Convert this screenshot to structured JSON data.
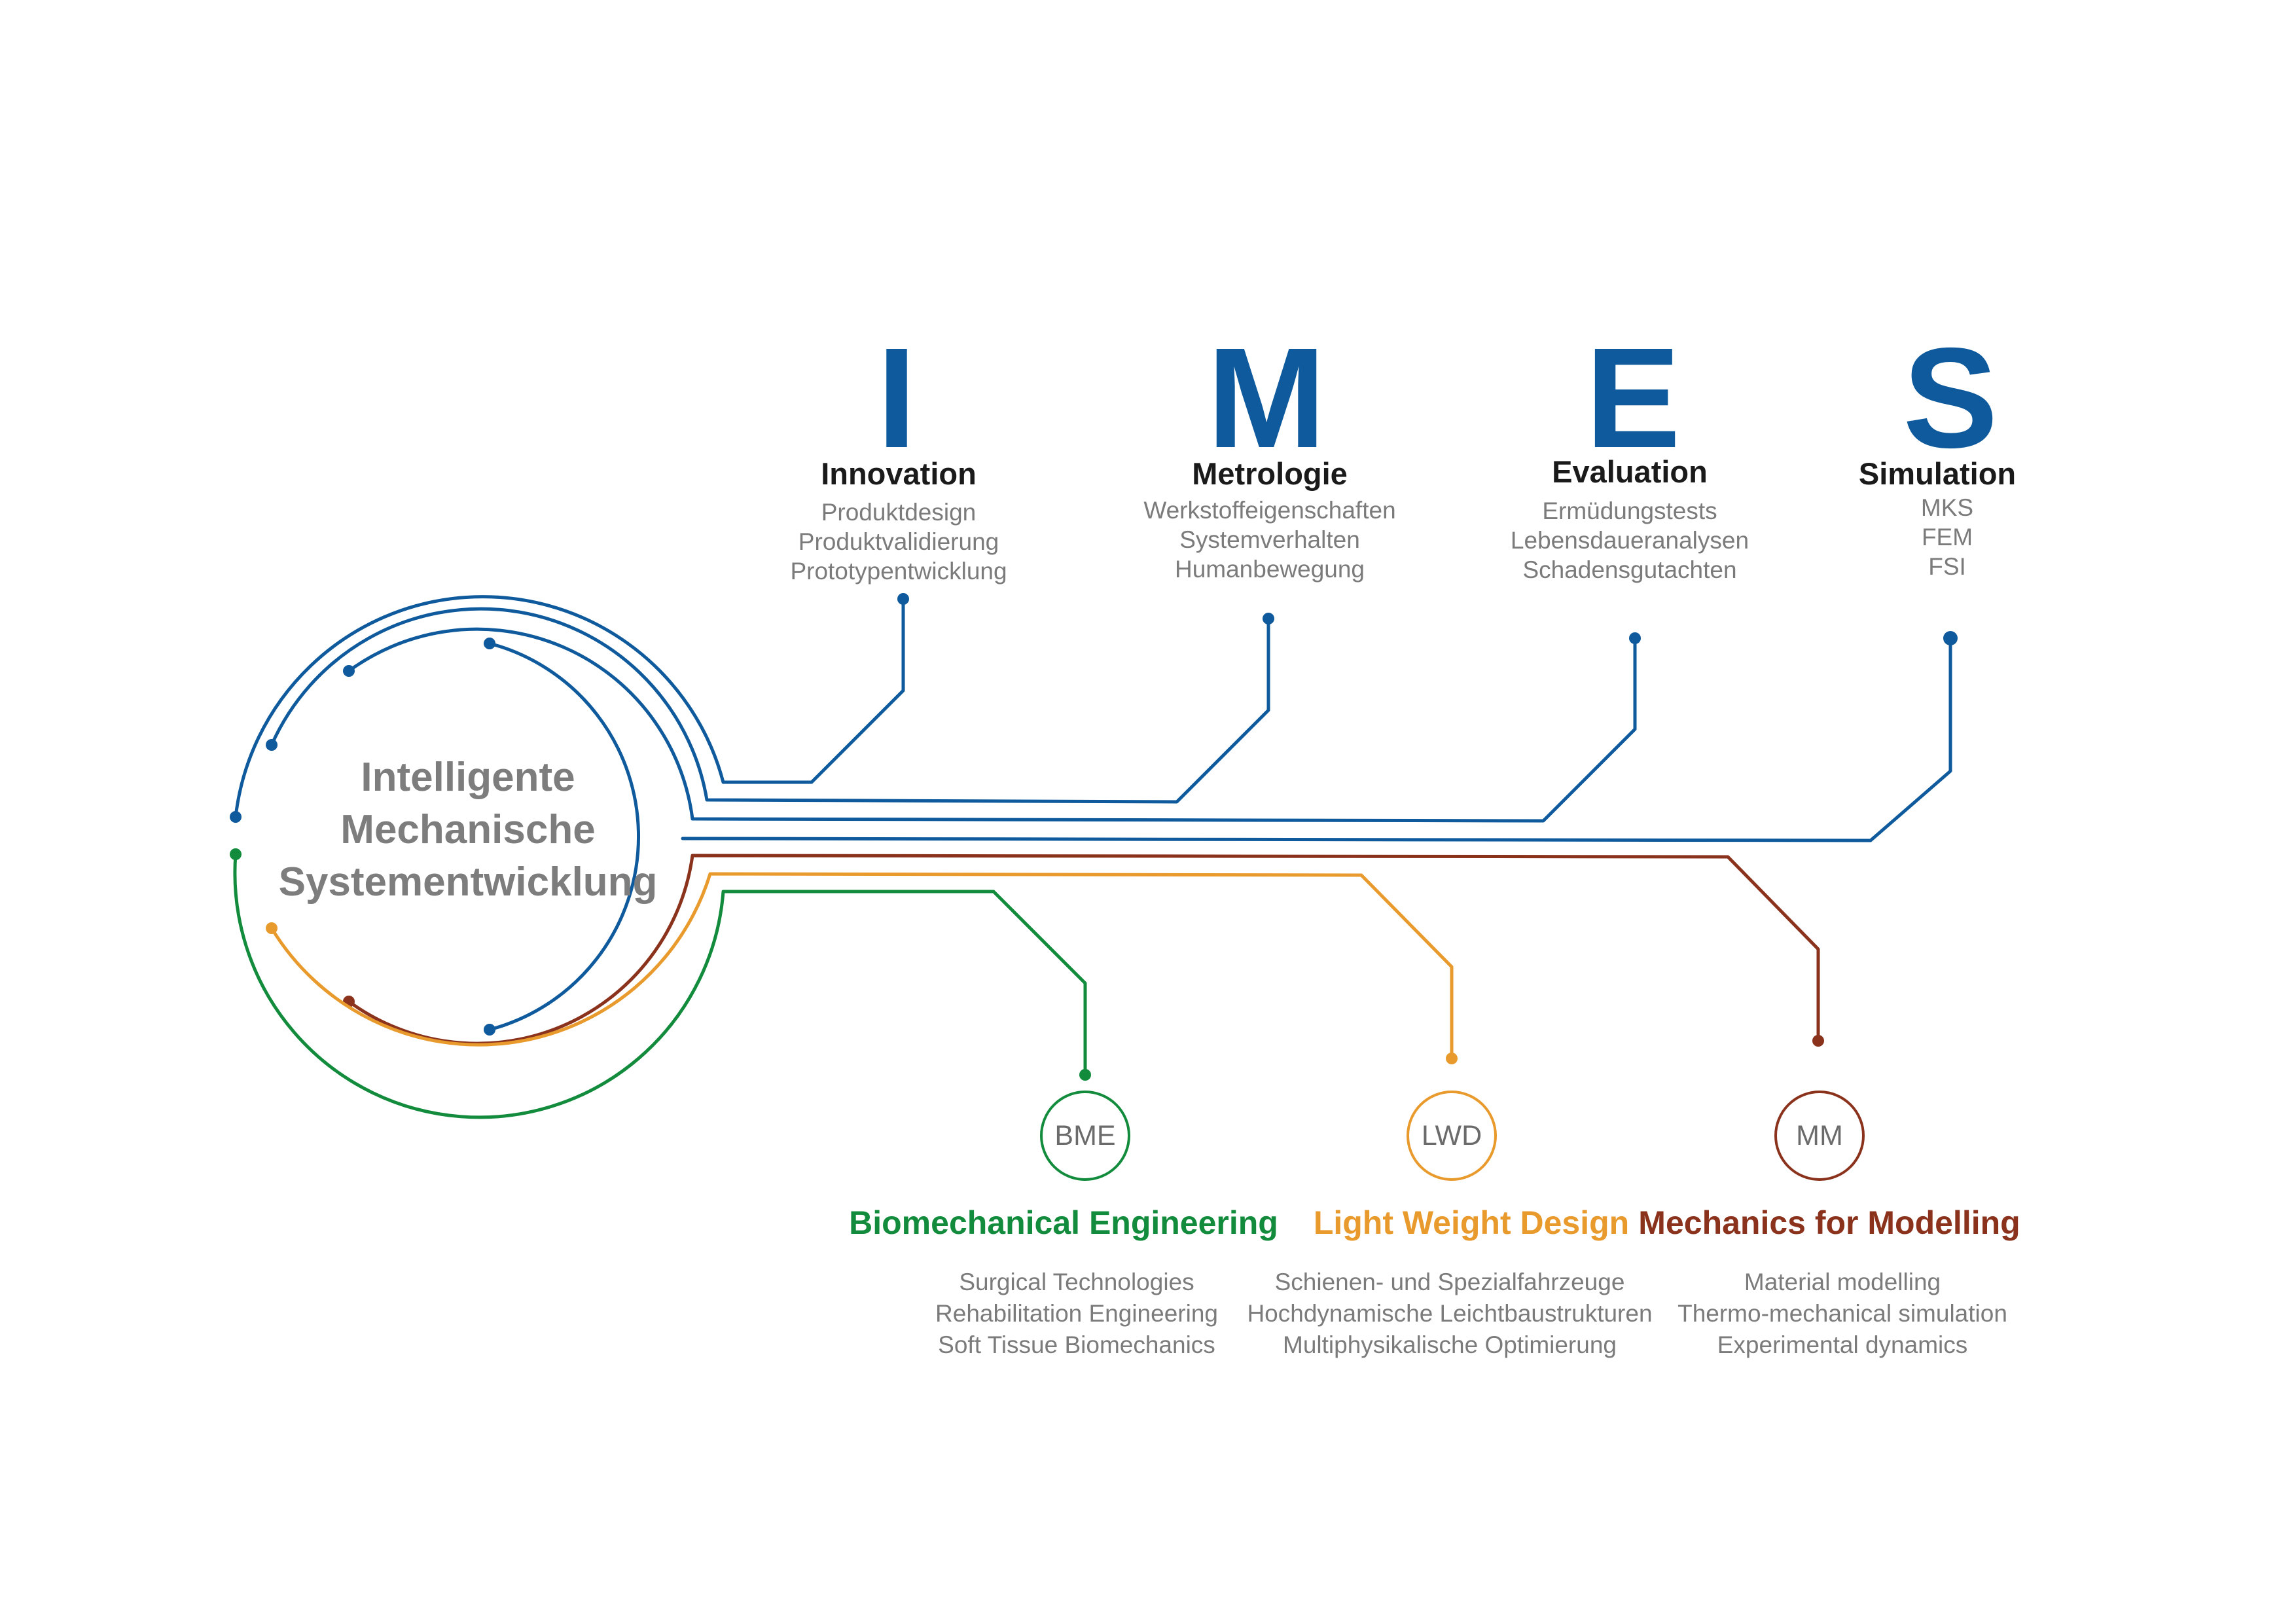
{
  "colors": {
    "blue": "#0e5a9c",
    "green": "#128c3c",
    "orange": "#e99a2c",
    "brown": "#8a321c",
    "gray_text": "#7b7b7b"
  },
  "center": {
    "lines": [
      "Intelligente",
      "Mechanische",
      "Systementwicklung"
    ]
  },
  "pillars": [
    {
      "letter": "I",
      "title": "Innovation",
      "items": [
        "Produktdesign",
        "Produktvalidierung",
        "Prototypentwicklung"
      ]
    },
    {
      "letter": "M",
      "title": "Metrologie",
      "items": [
        "Werkstoffeigenschaften",
        "Systemverhalten",
        "Humanbewegung"
      ]
    },
    {
      "letter": "E",
      "title": "Evaluation",
      "items": [
        "Ermüdungstests",
        "Lebensdaueranalysen",
        "Schadensgutachten"
      ]
    },
    {
      "letter": "S",
      "title": "Simulation",
      "items": [
        "MKS",
        "FEM",
        "FSI"
      ]
    }
  ],
  "branches": [
    {
      "abbr": "BME",
      "title": "Biomechanical Engineering",
      "color": "#128c3c",
      "items": [
        "Surgical Technologies",
        "Rehabilitation Engineering",
        "Soft Tissue Biomechanics"
      ]
    },
    {
      "abbr": "LWD",
      "title": "Light Weight Design",
      "color": "#e99a2c",
      "items": [
        "Schienen- und Spezialfahrzeuge",
        "Hochdynamische Leichtbaustrukturen",
        "Multiphysikalische Optimierung"
      ]
    },
    {
      "abbr": "MM",
      "title": "Mechanics for Modelling",
      "color": "#8a321c",
      "items": [
        "Material modelling",
        "Thermo-mechanical simulation",
        "Experimental dynamics"
      ]
    }
  ]
}
